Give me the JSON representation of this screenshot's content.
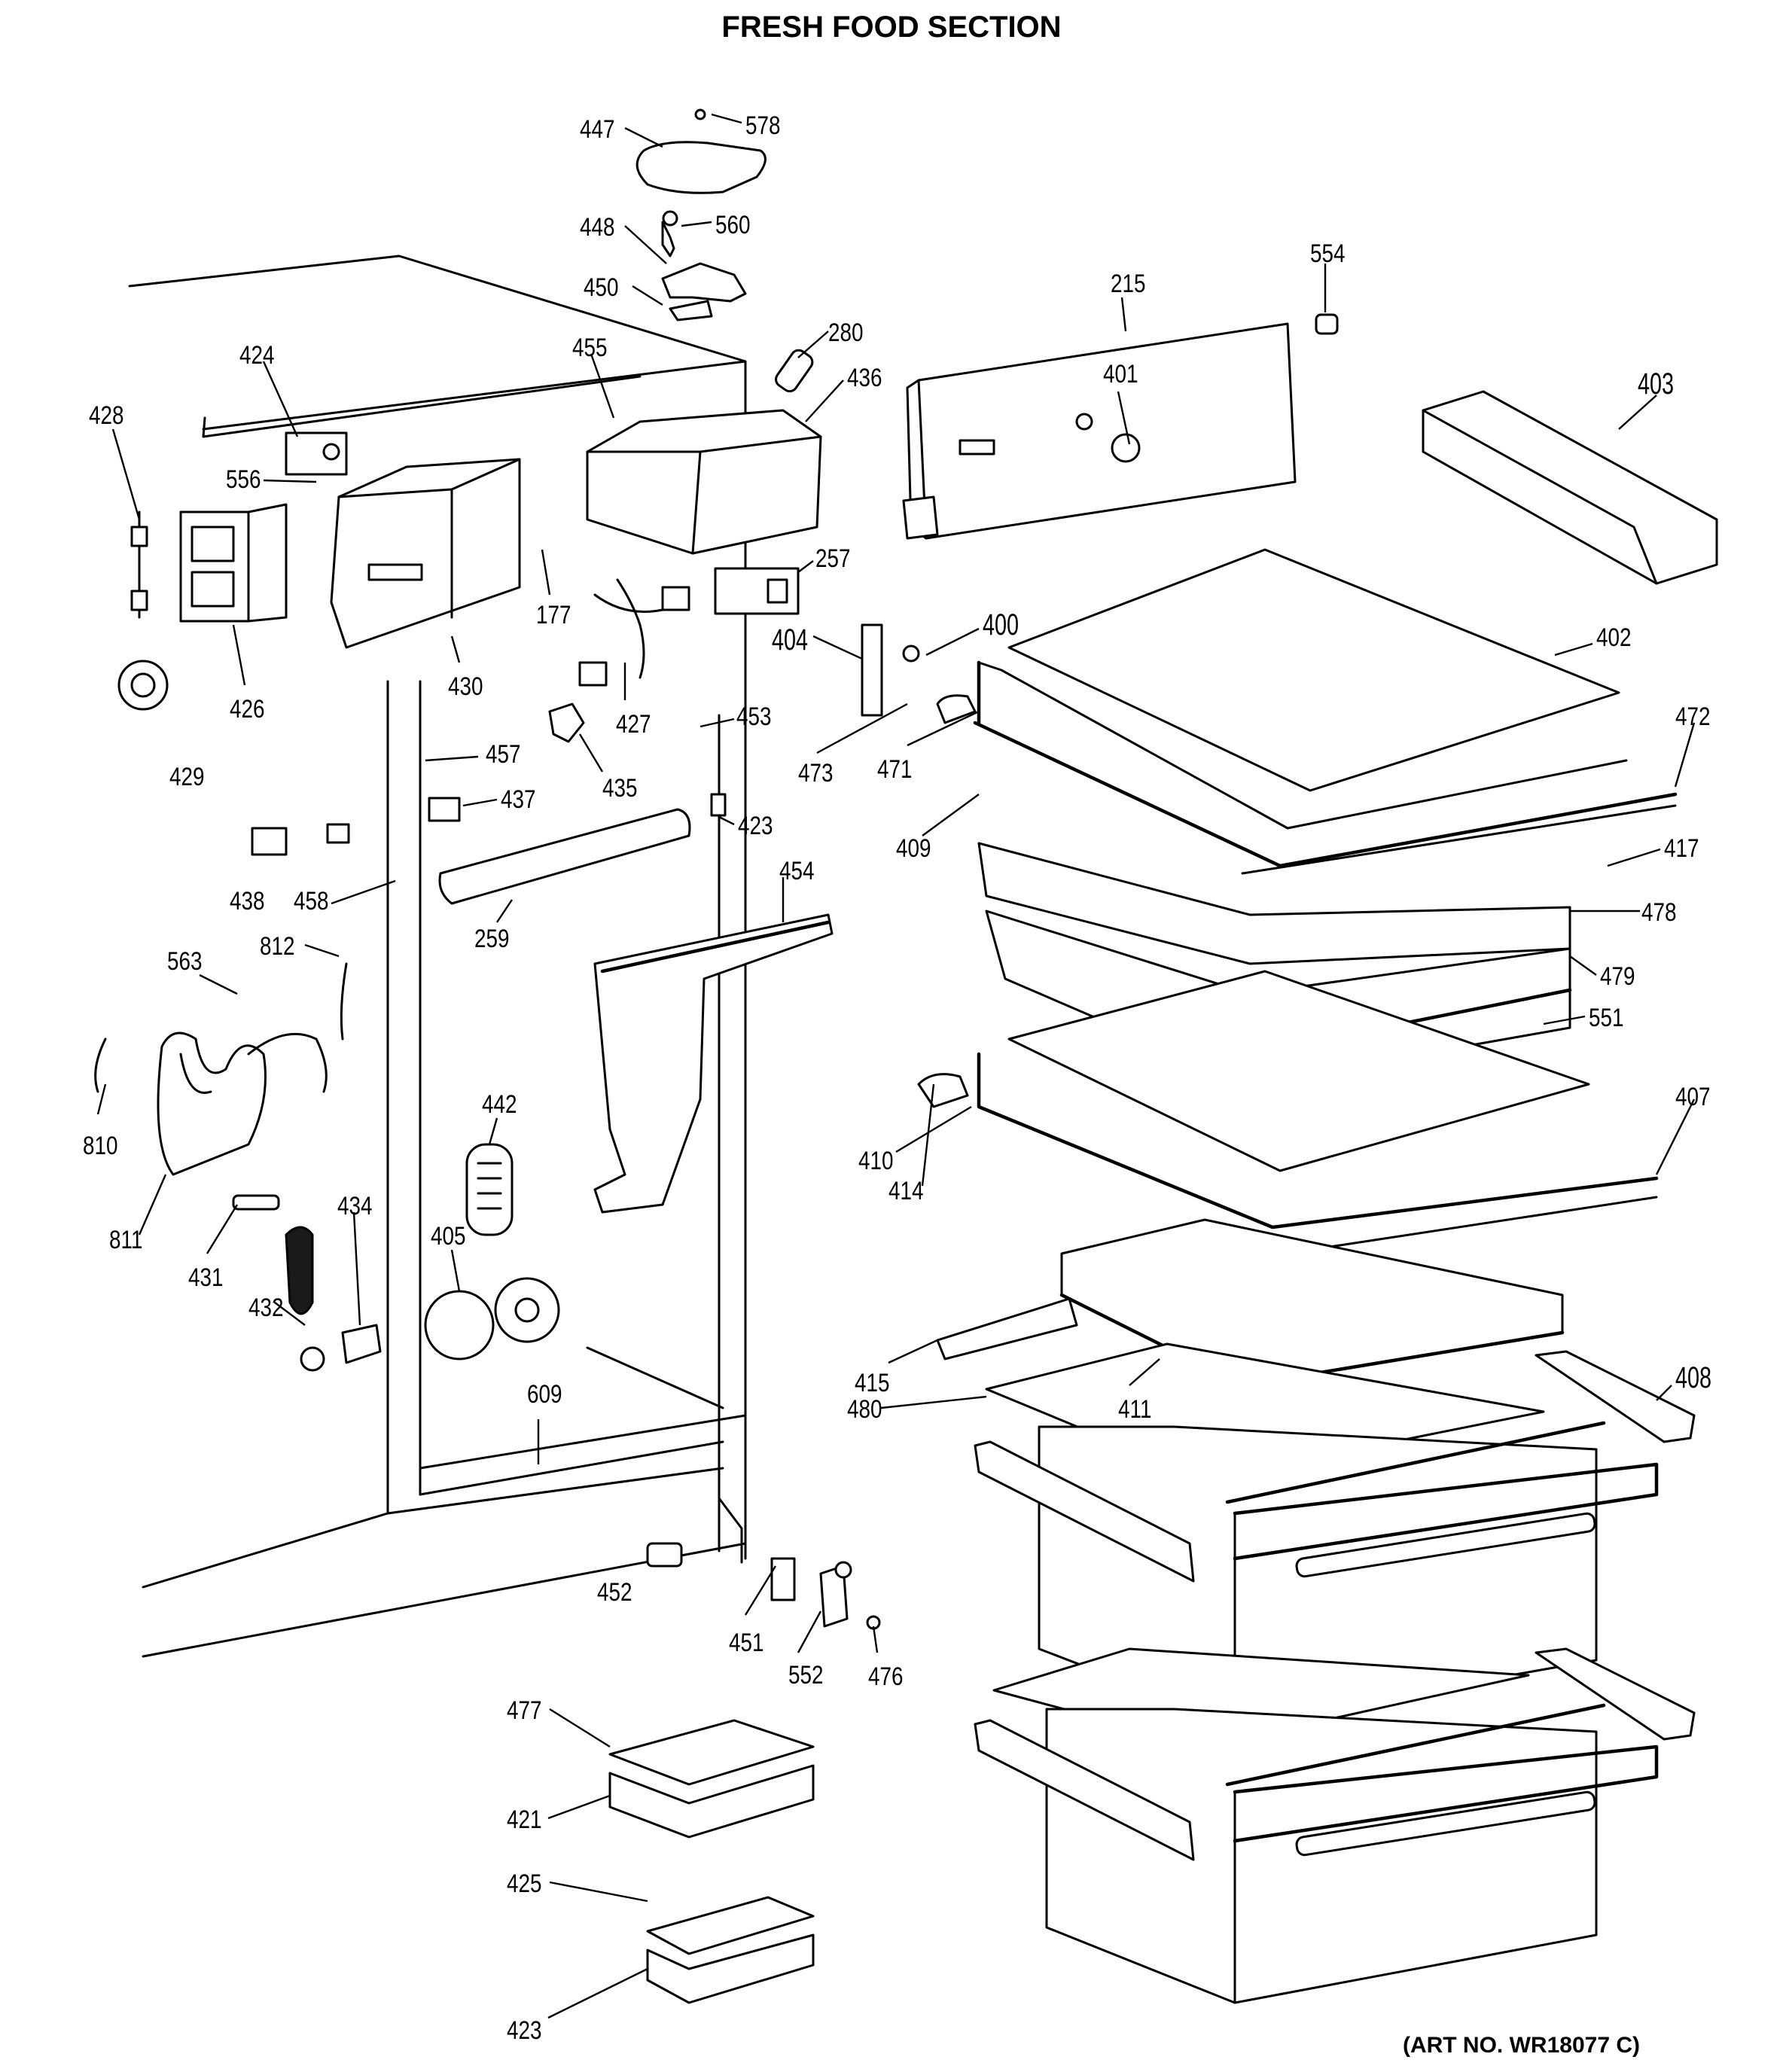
{
  "diagram": {
    "title": "FRESH FOOD SECTION",
    "art_number": "(ART NO. WR18077 C)",
    "callouts": [
      "578",
      "447",
      "560",
      "448",
      "450",
      "280",
      "436",
      "455",
      "424",
      "428",
      "556",
      "426",
      "430",
      "177",
      "429",
      "257",
      "427",
      "453",
      "435",
      "457",
      "437",
      "438",
      "458",
      "423",
      "259",
      "812",
      "563",
      "810",
      "811",
      "431",
      "432",
      "434",
      "442",
      "405",
      "454",
      "609",
      "452",
      "451",
      "552",
      "476",
      "477",
      "421",
      "425",
      "423",
      "215",
      "401",
      "554",
      "403",
      "402",
      "400",
      "404",
      "473",
      "471",
      "472",
      "417",
      "409",
      "478",
      "479",
      "414",
      "551",
      "410",
      "407",
      "415",
      "480",
      "411",
      "408"
    ]
  }
}
